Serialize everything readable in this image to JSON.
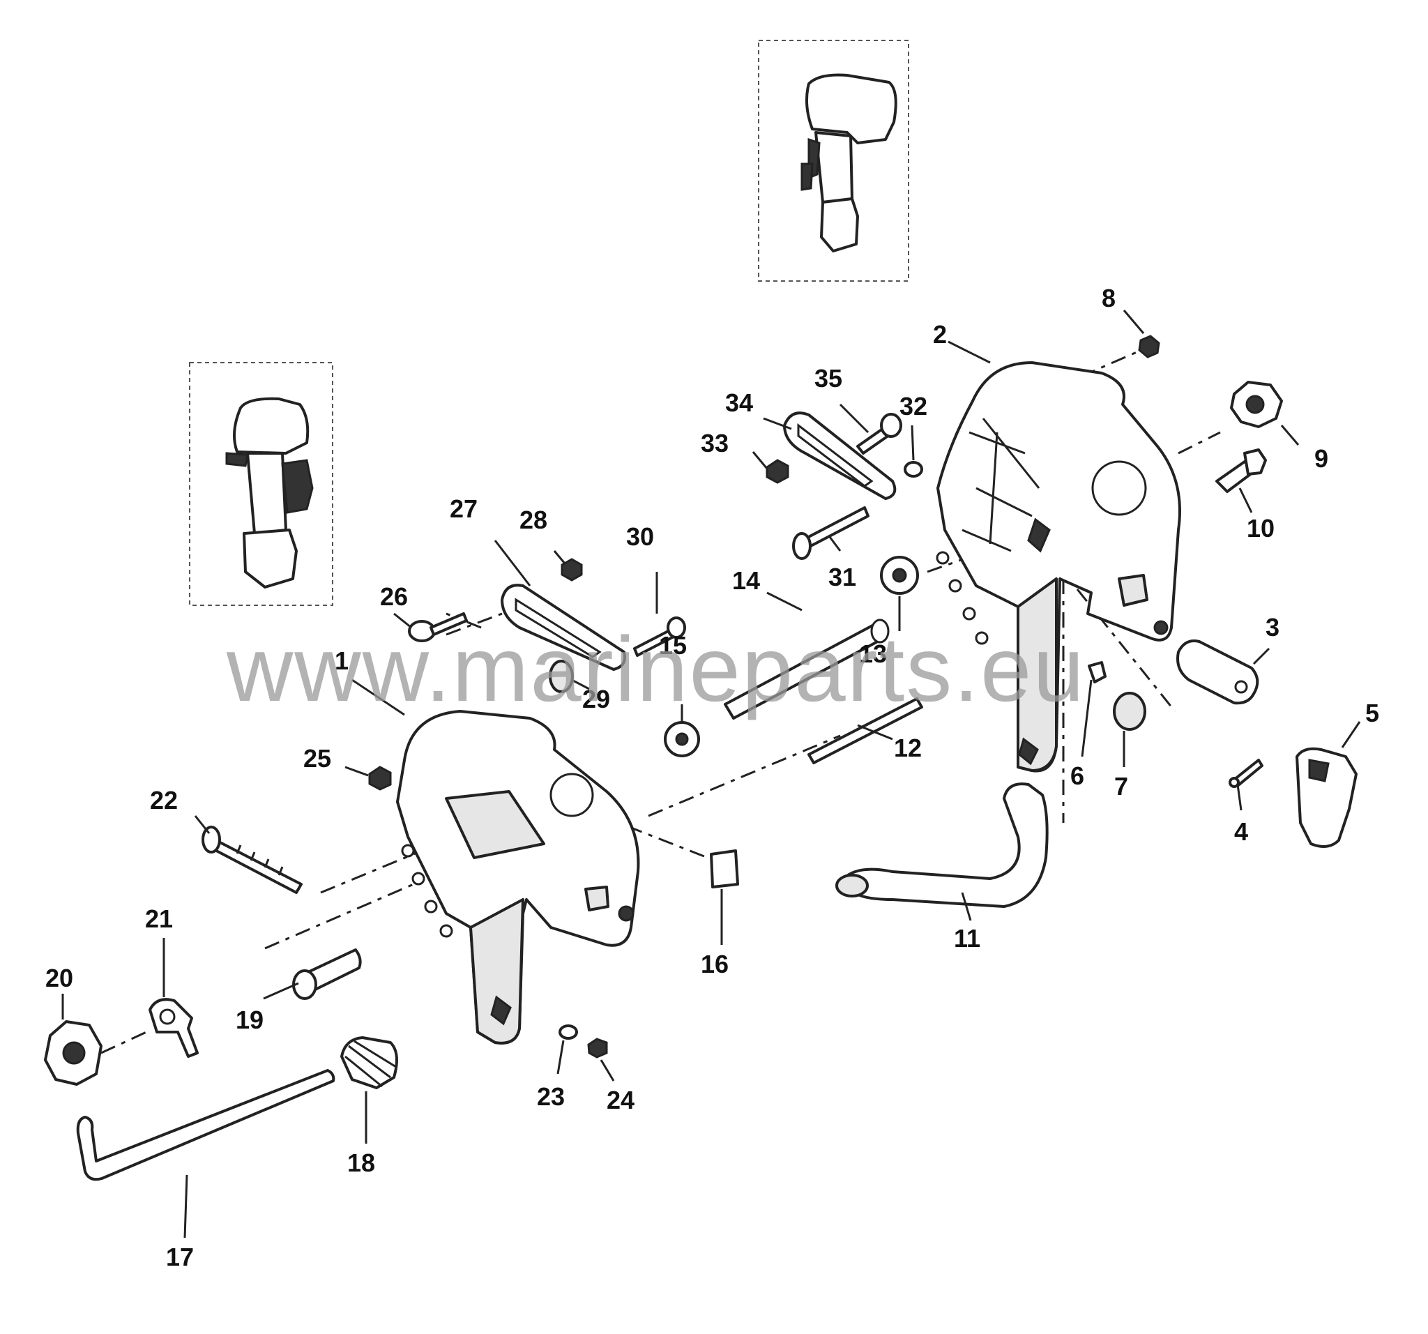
{
  "diagram": {
    "callouts": [
      "1",
      "2",
      "3",
      "4",
      "5",
      "6",
      "7",
      "8",
      "9",
      "10",
      "11",
      "12",
      "13",
      "14",
      "15",
      "16",
      "17",
      "18",
      "19",
      "20",
      "21",
      "22",
      "23",
      "24",
      "25",
      "26",
      "27",
      "28",
      "29",
      "30",
      "31",
      "32",
      "33",
      "34",
      "35"
    ],
    "watermark": "www.marineparts.eu",
    "insets": [
      "outboard-motor-front-view",
      "outboard-motor-side-view"
    ]
  }
}
